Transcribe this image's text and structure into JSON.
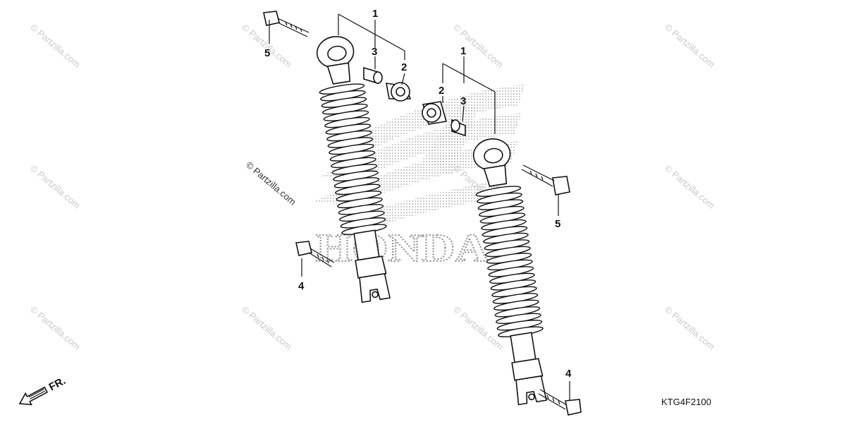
{
  "watermark": {
    "text": "© Partzilla.com",
    "color": "#c9c9c9"
  },
  "brand": {
    "text": "HONDA"
  },
  "diagram_code": "KTG4F2100",
  "front_arrow": {
    "label": "FR.",
    "icon": "front-direction-arrow-icon"
  },
  "callouts": [
    {
      "id": "c1a",
      "label": "1"
    },
    {
      "id": "c3a",
      "label": "3"
    },
    {
      "id": "c2a",
      "label": "2"
    },
    {
      "id": "c5a",
      "label": "5"
    },
    {
      "id": "c4a",
      "label": "4"
    },
    {
      "id": "c1b",
      "label": "1"
    },
    {
      "id": "c2b",
      "label": "2"
    },
    {
      "id": "c3b",
      "label": "3"
    },
    {
      "id": "c5b",
      "label": "5"
    },
    {
      "id": "c4b",
      "label": "4"
    }
  ]
}
